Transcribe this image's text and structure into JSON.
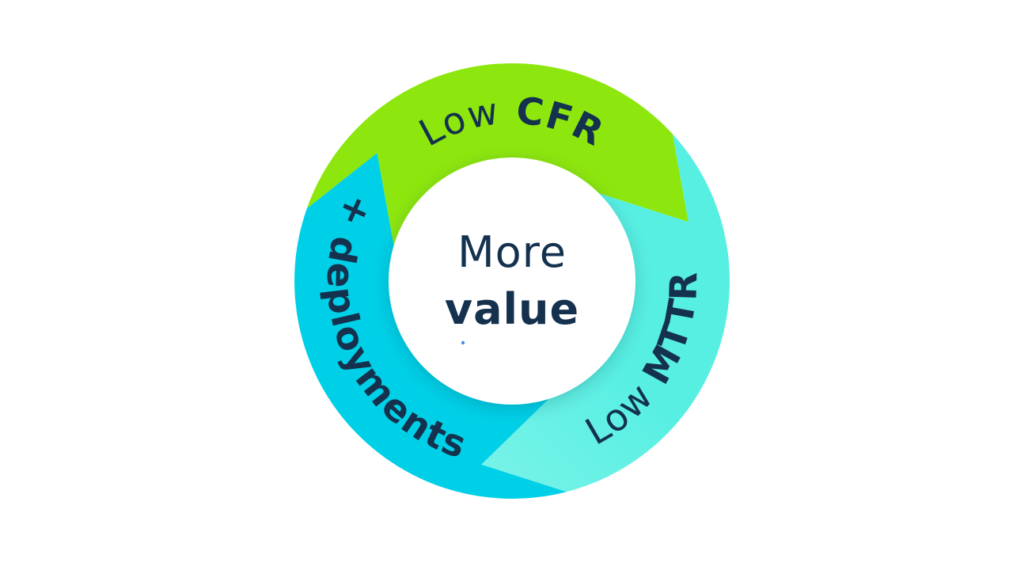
{
  "colors": {
    "green": "#8de70e",
    "cyan": "#00d0e7",
    "teal": "#57efe2",
    "teal_light": "#78f3e8",
    "navy": "#14314e",
    "white": "#ffffff",
    "dot_blue": "#4a90e2",
    "background": "#ffffff"
  },
  "segments": [
    {
      "name": "low-cfr",
      "label": "Low",
      "label_bold": " CFR"
    },
    {
      "name": "low-mttr",
      "label": "Low",
      "label_bold": " MTTR"
    },
    {
      "name": "more-deployments",
      "label": "",
      "label_bold": "+ deployments"
    }
  ],
  "center": {
    "line1": "More",
    "line2": "value"
  }
}
